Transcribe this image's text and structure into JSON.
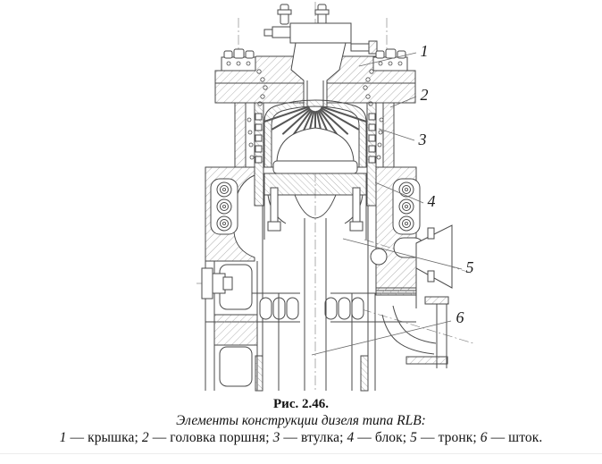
{
  "figure": {
    "number_label": "Рис. 2.46.",
    "subtitle": "Элементы конструкции дизеля типа RLB:",
    "legend_separator": " — ",
    "legend_delimiter": "; ",
    "legend_terminator": ".",
    "legend": [
      {
        "num": "1",
        "term": "крышка"
      },
      {
        "num": "2",
        "term": "головка поршня"
      },
      {
        "num": "3",
        "term": "втулка"
      },
      {
        "num": "4",
        "term": "блок"
      },
      {
        "num": "5",
        "term": "тронк"
      },
      {
        "num": "6",
        "term": "шток"
      }
    ]
  },
  "callouts": [
    {
      "label": "1"
    },
    {
      "label": "2"
    },
    {
      "label": "3"
    },
    {
      "label": "4"
    },
    {
      "label": "5"
    },
    {
      "label": "6"
    }
  ],
  "colors": {
    "line": "#4a4a4a",
    "hatch": "#9a9a9a",
    "leader": "#6b6b6b",
    "text": "#111111",
    "background": "#ffffff"
  }
}
